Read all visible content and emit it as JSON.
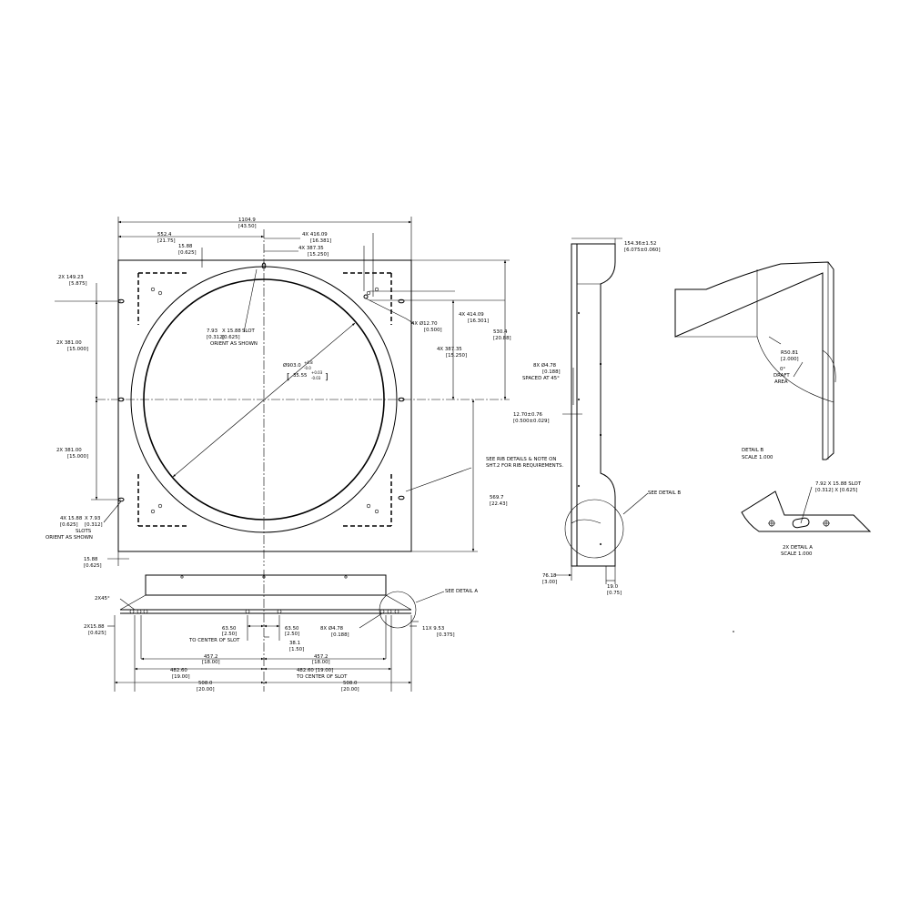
{
  "front_view": {
    "overall_width": [
      "1104.9",
      "[43.50]"
    ],
    "half_width": [
      "552.4",
      "[21.75]"
    ],
    "slot_offset_top": [
      "15.88",
      "[0.625]"
    ],
    "hole_span_a": [
      "4X 416.09",
      "[16.381]"
    ],
    "hole_span_b": [
      "4X 387.35",
      "[15.250]"
    ],
    "corner_hole": [
      "2X 149.23",
      "[5.875]"
    ],
    "upper_spacing": [
      "2X 381.00",
      "[15.000]"
    ],
    "lower_spacing": [
      "2X 381.00",
      "[15.000]"
    ],
    "slot_callout": [
      "7.93",
      "X 15.88",
      "SLOT",
      "[0.312]",
      "[0.625]",
      "ORIENT AS SHOWN"
    ],
    "hole_dia": [
      "4X Ø12.70",
      "[0.500]"
    ],
    "vert_span_a": [
      "4X 414.09",
      "[16.301]"
    ],
    "vert_span_b": [
      "4X 387.35",
      "[15.250]"
    ],
    "half_height": [
      "530.4",
      "[20.88]"
    ],
    "bore_dia": [
      "Ø903.0",
      "+0.8",
      "-0.0",
      "[",
      "35.55",
      "+0.03",
      "-0.03",
      "]"
    ],
    "rib_note": [
      "SEE RIB DETAILS & NOTE ON",
      "SHT.2 FOR RIB REQUIREMENTS."
    ],
    "lower_height": [
      "569.7",
      "[22.43]"
    ],
    "slots_callout": [
      "4X 15.88",
      "X 7.93",
      "[0.625]",
      "[0.312]",
      "SLOTS",
      "ORIENT AS SHOWN"
    ],
    "edge_offset": [
      "15.88",
      "[0.625]"
    ]
  },
  "bottom_view": {
    "angle": "2X45°",
    "flange": [
      "2X15.88",
      "[0.625]"
    ],
    "see_detail_a": "SEE DETAIL  A",
    "slot_left": [
      "63.50",
      "[2.50]",
      "TO CENTER OF SLOT"
    ],
    "slot_right": [
      "63.50",
      "[2.50]"
    ],
    "center_gap": [
      "38.1",
      "[1.50]"
    ],
    "small_holes": [
      "8X Ø4.78",
      "[0.188]"
    ],
    "hole_11x": [
      "11X 9.53",
      "[0.375]"
    ],
    "span_457_left": [
      "457.2",
      "[18.00]"
    ],
    "span_457_right": [
      "457.2",
      "[18.00]"
    ],
    "span_482_left": [
      "482.60",
      "[19.00]"
    ],
    "span_482_right": [
      "482.60 [19.00]",
      "TO CENTER OF SLOT"
    ],
    "span_508_left": [
      "508.0",
      "[20.00]"
    ],
    "span_508_right": [
      "508.0",
      "[20.00]"
    ]
  },
  "side_view": {
    "top_dim": [
      "154.36±1.52",
      "[6.075±0.060]"
    ],
    "holes": [
      "8X Ø4.78",
      "[0.188]",
      "SPACED AT 45°"
    ],
    "flange_thk": [
      "12.70±0.76",
      "[0.500±0.029]"
    ],
    "see_detail_b": "SEE DETAIL  B",
    "depth": [
      "76.18",
      "[3.00]"
    ],
    "lip": [
      "19.0",
      "[0.75]"
    ]
  },
  "detail_b": {
    "radius": [
      "R50.81",
      "[2.000]"
    ],
    "draft": [
      "0°",
      "DRAFT",
      "AREA"
    ],
    "title": "DETAIL  B",
    "scale": "SCALE  1.000"
  },
  "detail_a": {
    "slot": [
      "7.92 X 15.88 SLOT",
      "[0.312] X [0.625]"
    ],
    "title": "2X DETAIL  A",
    "scale": "SCALE  1.000"
  }
}
